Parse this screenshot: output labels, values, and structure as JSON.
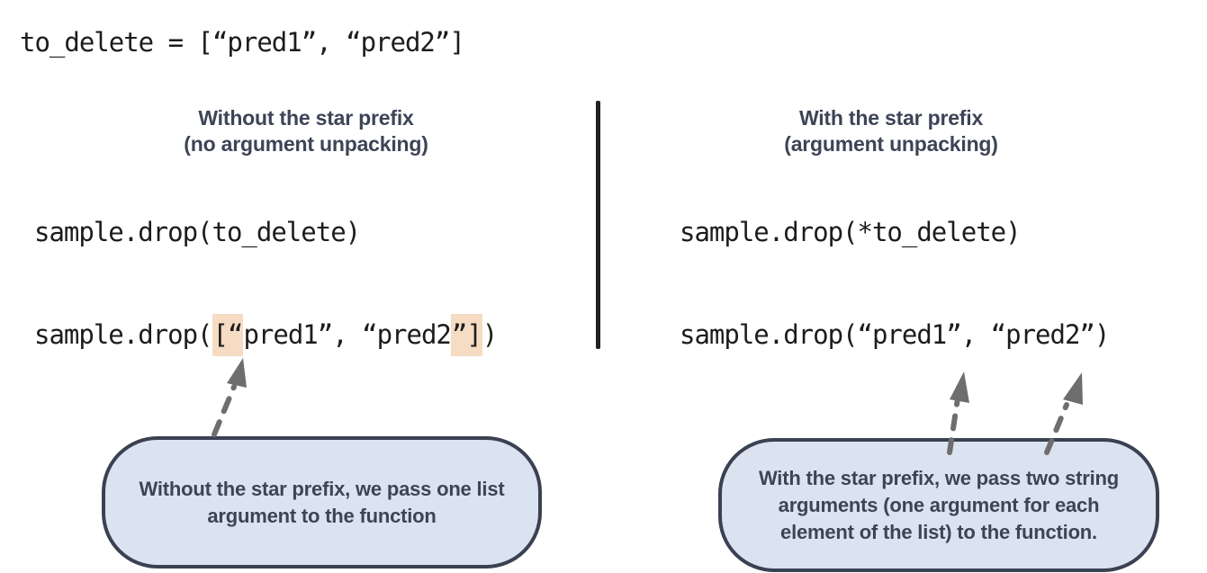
{
  "top_code": "to_delete = [“pred1”, “pred2”]",
  "left": {
    "header_line1": "Without the star prefix",
    "header_line2": "(no argument unpacking)",
    "code1": "sample.drop(to_delete)",
    "code2": {
      "pre": "sample.drop(",
      "hl1": "[“",
      "mid": "pred1”, “pred2",
      "hl2": "”]",
      "post": ")"
    },
    "callout": "Without the star prefix, we pass one list argument to the function"
  },
  "right": {
    "header_line1": "With the star prefix",
    "header_line2": "(argument unpacking)",
    "code1": "sample.drop(*to_delete)",
    "code2": "sample.drop(“pred1”, “pred2”)",
    "callout": "With the star prefix, we pass two string arguments (one argument for each element of the list) to the function."
  },
  "colors": {
    "highlight": "#f5dcc2",
    "bubble_fill": "#dce3f0",
    "bubble_border": "#3a4152",
    "heading_text": "#3d4456",
    "code_text": "#1c1c1c",
    "divider": "#231f20",
    "arrow": "#6e6e6e"
  }
}
